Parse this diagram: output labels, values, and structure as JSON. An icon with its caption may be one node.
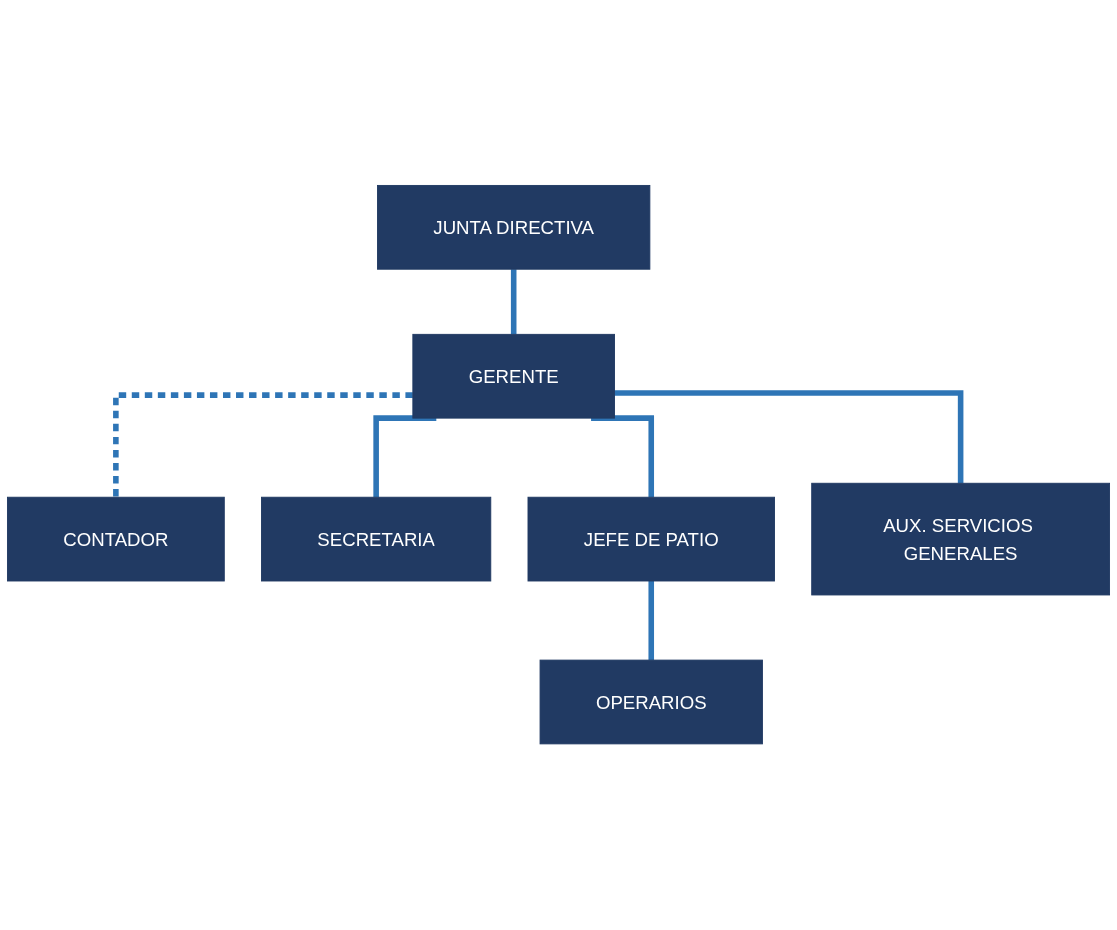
{
  "diagram": {
    "nodes": [
      {
        "text": [
          "JUNTA DIRECTIVA"
        ]
      },
      {
        "text": [
          "GERENTE"
        ]
      },
      {
        "text": [
          "CONTADOR"
        ]
      },
      {
        "text": [
          "SECRETARIA"
        ]
      },
      {
        "text": [
          "JEFE DE PATIO"
        ]
      },
      {
        "text": [
          "AUX. SERVICIOS GENERALES"
        ]
      },
      {
        "text": [
          "OPERARIOS"
        ]
      }
    ],
    "edges": [
      {
        "from": 0,
        "to": 1,
        "arrow": "none"
      },
      {
        "from": 1,
        "to": 2,
        "arrow": "none",
        "style": "dashed"
      },
      {
        "from": 1,
        "to": 3,
        "arrow": "none"
      },
      {
        "from": 1,
        "to": 4,
        "arrow": "none"
      },
      {
        "from": 1,
        "to": 5,
        "arrow": "none"
      },
      {
        "from": 4,
        "to": 6,
        "arrow": "none"
      }
    ]
  }
}
